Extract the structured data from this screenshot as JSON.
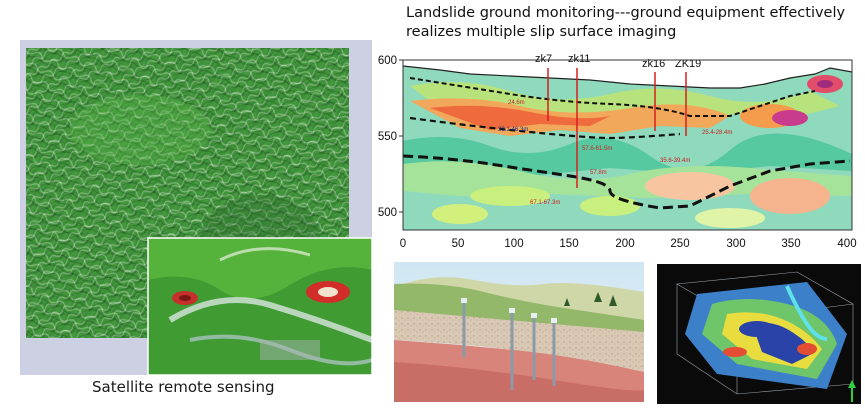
{
  "satellite": {
    "caption": "Satellite remote sensing"
  },
  "profile": {
    "title_line1": "Landslide ground monitoring---ground equipment effectively",
    "title_line2": "realizes multiple slip surface imaging",
    "borehole_labels": [
      "zk7",
      "zk11",
      "zk16",
      "ZK19"
    ],
    "y_ticks": [
      "600",
      "550",
      "500"
    ],
    "x_ticks": [
      "0",
      "50",
      "100",
      "150",
      "200",
      "250",
      "300",
      "350",
      "400"
    ],
    "annotations": [
      "24.6m",
      "39.1-46.3m",
      "57.6-61.5m",
      "25.4-28.4m",
      "35.6-39.4m",
      "57.8m",
      "67.1-67.3m"
    ]
  },
  "colors": {
    "background": "#ffffff",
    "terrain_green": "#3f8f3a",
    "profile_base": "#7fd6b3",
    "profile_orange": "#f08a3a",
    "slip_line": "#111111",
    "borehole_red": "#d42020"
  }
}
